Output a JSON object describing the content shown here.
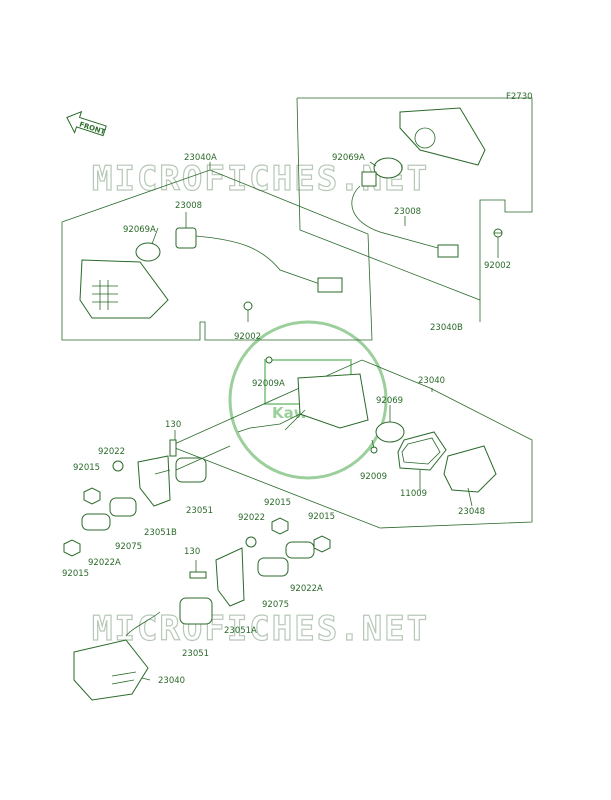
{
  "diagram_code": "F2730",
  "front_label": "FRONT",
  "watermark_text": "MICROFICHES.NET",
  "logo_text": "Kawasaki",
  "accent_color": "#2a6a2a",
  "labels": {
    "p23040A": "23040A",
    "p23008_left": "23008",
    "p92069A_left": "92069A",
    "p92002_left": "92002",
    "p92069A_right": "92069A",
    "p23008_right": "23008",
    "p92002_right": "92002",
    "p23040B": "23040B",
    "p92009A": "92009A",
    "p23040_top": "23040",
    "p92069": "92069",
    "p92009": "92009",
    "p11009": "11009",
    "p23048": "23048",
    "p130_top": "130",
    "p92022_top": "92022",
    "p92015_left": "92015",
    "p23051B": "23051B",
    "p23051_top": "23051",
    "p92075_left": "92075",
    "p92022A_left": "92022A",
    "p92015_bottom": "92015",
    "p92015_mid": "92015",
    "p92022_mid": "92022",
    "p92015_right": "92015",
    "p130_bottom": "130",
    "p92022A_right": "92022A",
    "p92075_right": "92075",
    "p23051A": "23051A",
    "p23051_bottom": "23051",
    "p23040_bottom": "23040"
  }
}
